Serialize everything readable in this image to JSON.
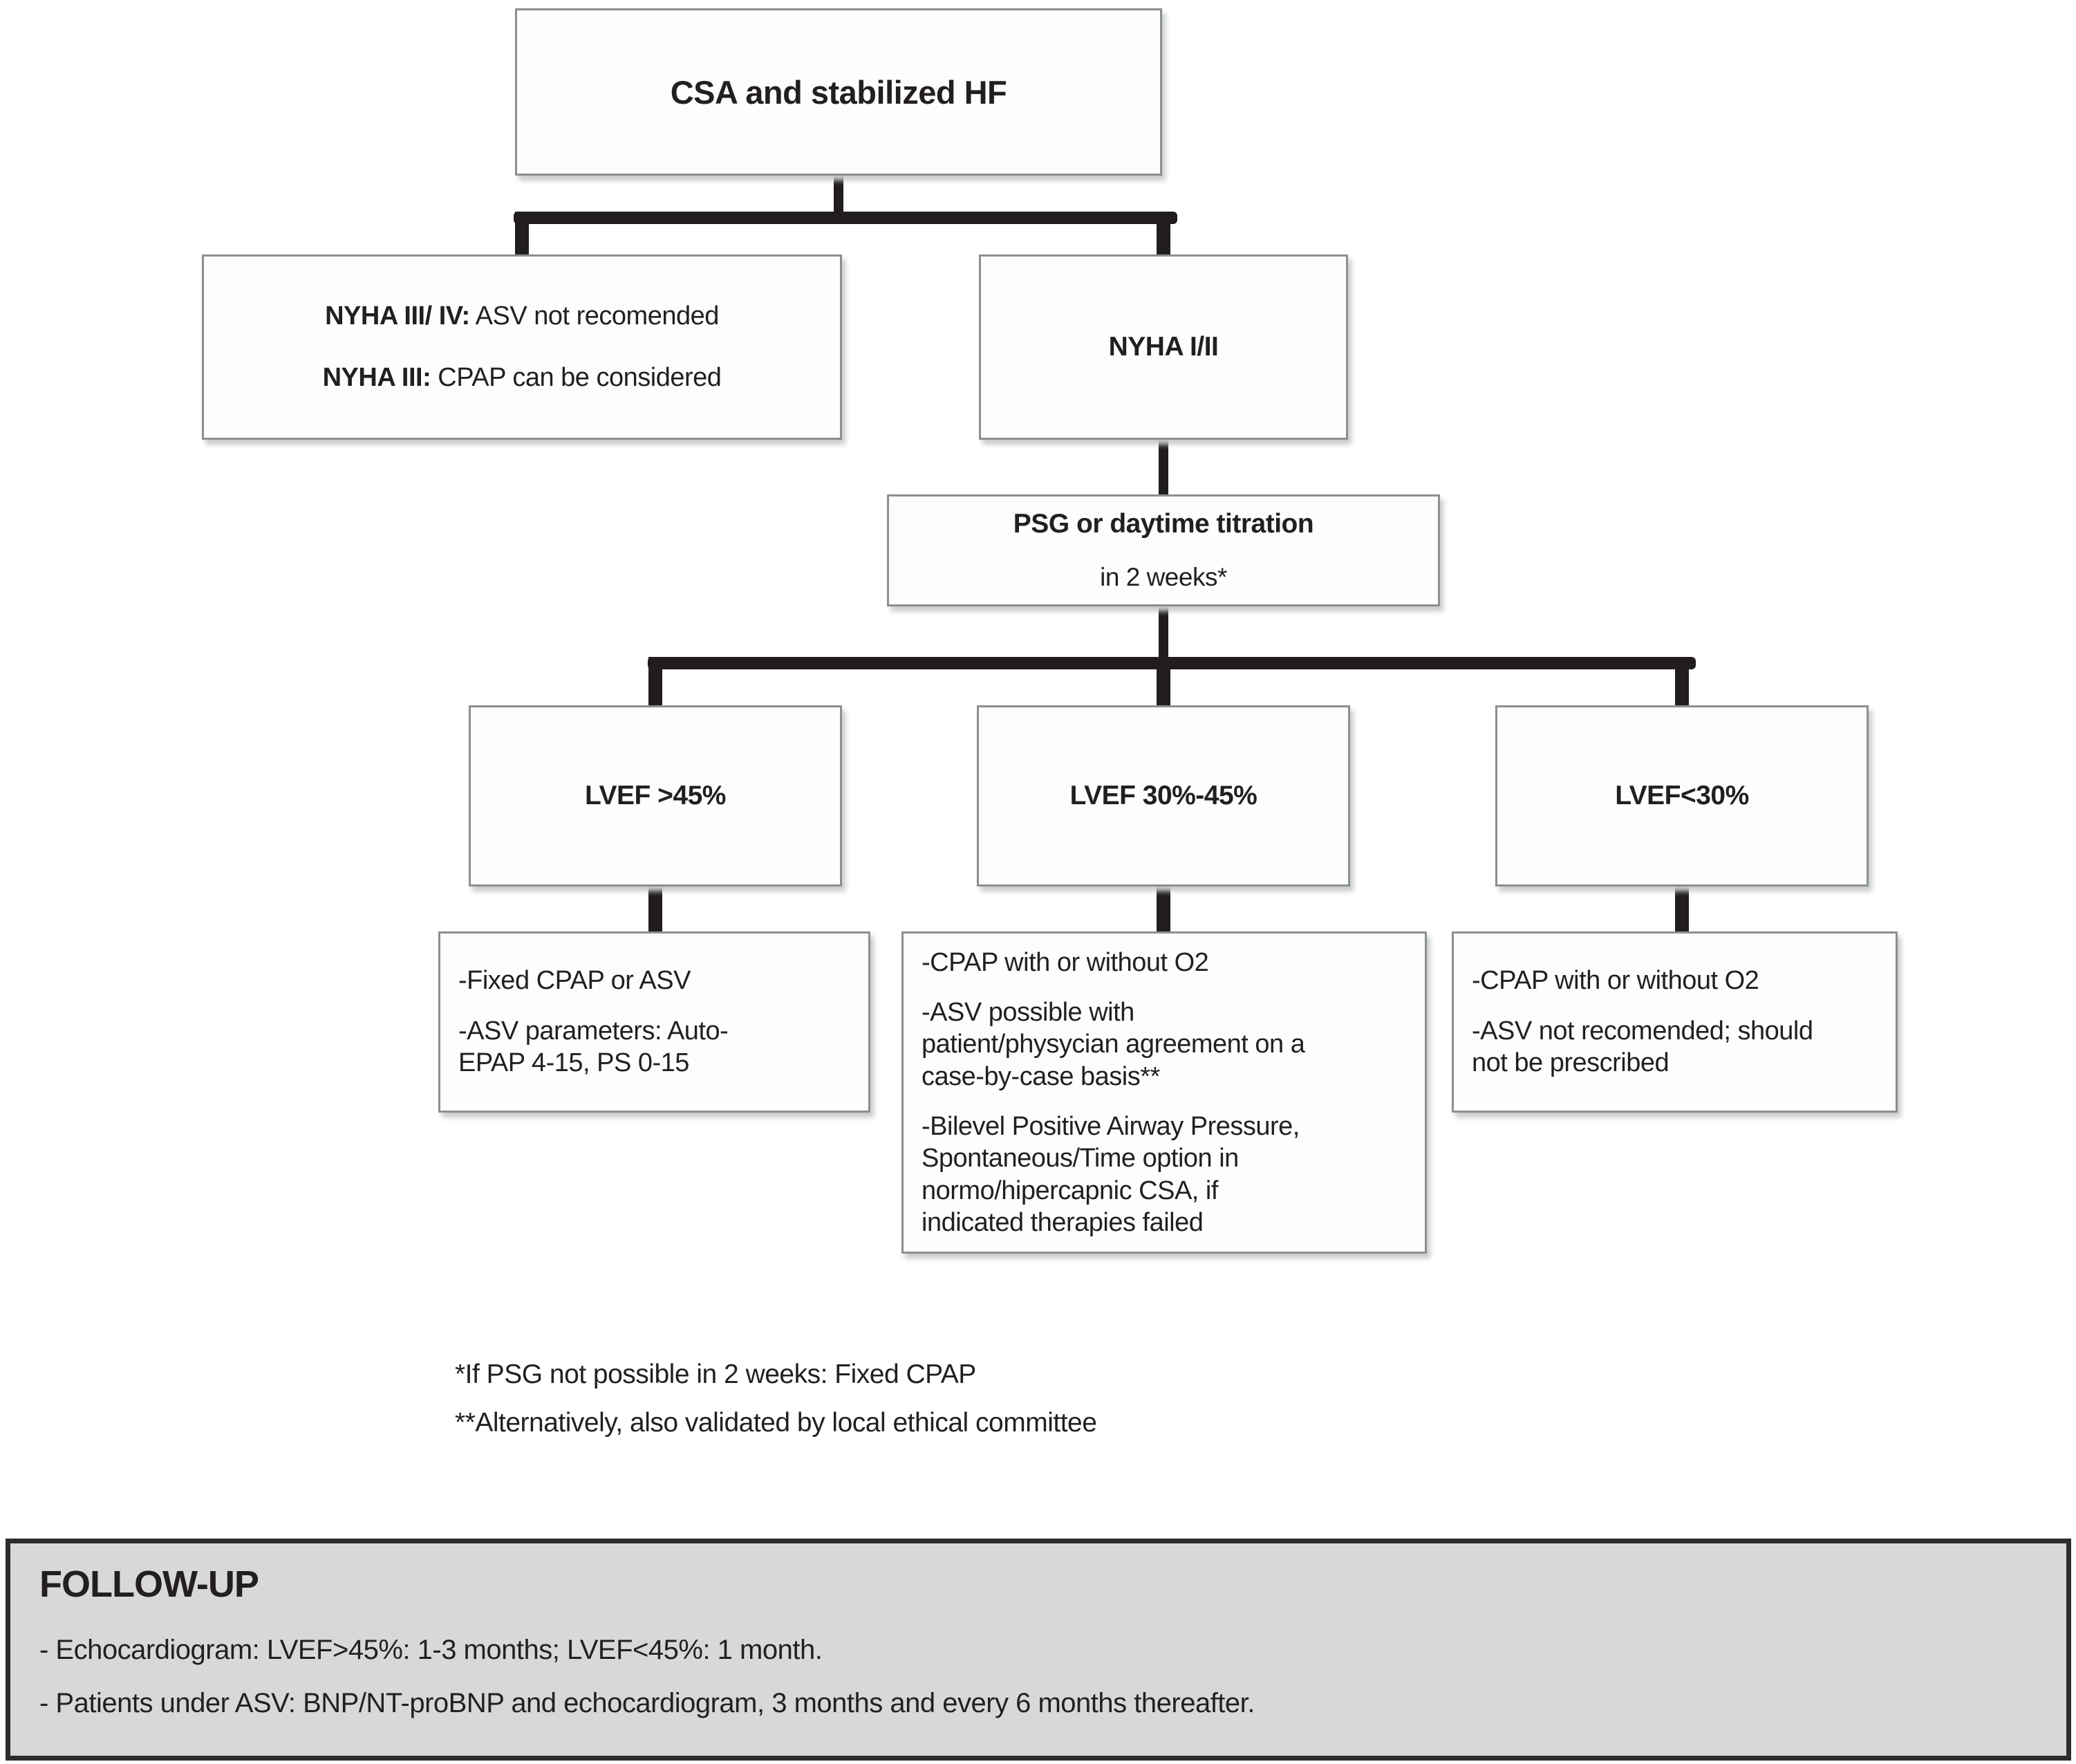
{
  "palette": {
    "text": "#231f20",
    "connector_line": "#211d1e",
    "node_border": "#8b8f91",
    "node_fill": "#fdfdfd",
    "node_shadow": "#c9cccd",
    "followup_bg": "#d8d8d8",
    "followup_border": "#2e2b2c"
  },
  "flowchart": {
    "root": {
      "label": "CSA and stabilized HF"
    },
    "branch_nyha34": {
      "line1_bold": "NYHA III/ IV:",
      "line1_text": " ASV not recomended",
      "line2_bold": "NYHA III:",
      "line2_text": " CPAP can be considered"
    },
    "branch_nyha12": {
      "label": "NYHA I/II"
    },
    "psg": {
      "line1": "PSG or daytime titration",
      "line2": "in 2 weeks*"
    },
    "lvef_high": {
      "label": "LVEF >45%"
    },
    "lvef_mid": {
      "label": "LVEF 30%-45%"
    },
    "lvef_low": {
      "label": "LVEF<30%"
    },
    "result_high": {
      "items": [
        "-Fixed CPAP or ASV",
        "-ASV parameters: Auto-\nEPAP 4-15, PS 0-15"
      ]
    },
    "result_mid": {
      "items": [
        "-CPAP with or without O2",
        "-ASV possible with\npatient/physycian agreement on a\ncase-by-case basis**",
        "-Bilevel Positive Airway Pressure,\nSpontaneous/Time option in\nnormo/hipercapnic CSA, if\nindicated therapies failed"
      ]
    },
    "result_low": {
      "items": [
        "-CPAP with or without O2",
        "-ASV not recomended; should\nnot be prescribed"
      ]
    },
    "footnotes": [
      "*If PSG not possible in 2 weeks: Fixed CPAP",
      "**Alternatively, also validated by local ethical committee"
    ]
  },
  "followup": {
    "title": "FOLLOW-UP",
    "lines": [
      "- Echocardiogram: LVEF>45%: 1-3 months; LVEF<45%: 1 month.",
      "- Patients under ASV: BNP/NT-proBNP and echocardiogram, 3 months and every 6 months thereafter."
    ]
  }
}
